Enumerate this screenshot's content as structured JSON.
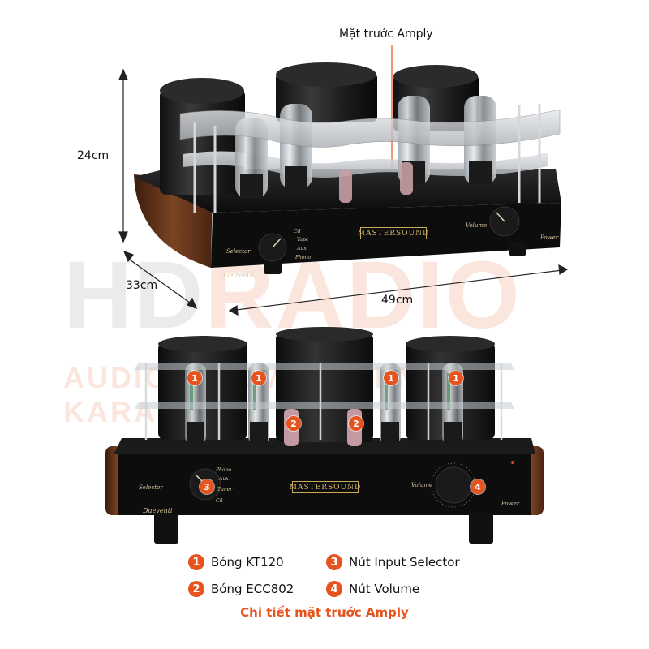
{
  "top_image": {
    "callout_label": "Mặt trước Amply",
    "dim_height": "24cm",
    "dim_depth": "33cm",
    "dim_width": "49cm",
    "brand": "MASTERSOUND",
    "model": "Duetrenta",
    "selector_label": "Selector",
    "volume_label": "Volume",
    "power_label": "Power",
    "inputs": [
      "Cd",
      "Tape",
      "Aux",
      "Phono"
    ]
  },
  "bottom_image": {
    "brand": "MASTERSOUND",
    "model": "Dueventi",
    "selector_label": "Selector",
    "volume_label": "Volume",
    "power_label": "Power",
    "inputs": [
      "Phono",
      "Aux",
      "Tuner",
      "Cd"
    ],
    "markers": [
      "1",
      "1",
      "1",
      "1",
      "2",
      "2",
      "3",
      "4"
    ]
  },
  "watermark": {
    "main_left": "HD",
    "main_right": "RADIO",
    "tagline": "AUDIO – HOME CINEMA – KARAOKE"
  },
  "legend": [
    {
      "num": "1",
      "label": "Bóng KT120"
    },
    {
      "num": "2",
      "label": "Bóng ECC802"
    },
    {
      "num": "3",
      "label": "Nút Input Selector"
    },
    {
      "num": "4",
      "label": "Nút Volume"
    }
  ],
  "caption": "Chi tiết mặt trước Amply",
  "colors": {
    "accent": "#e6531c",
    "chassis": "#111111",
    "wood": "#6b3a1e",
    "gold": "#c9a95a"
  }
}
